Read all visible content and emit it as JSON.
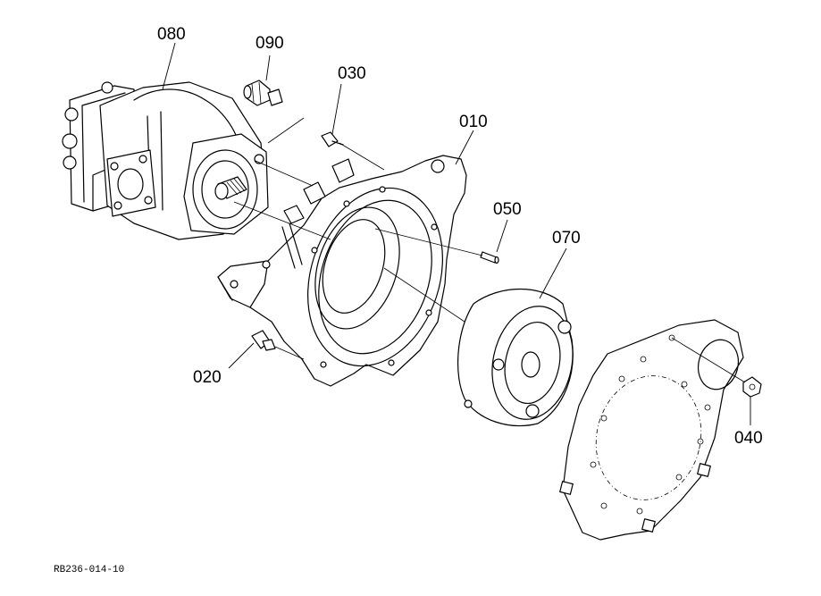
{
  "figure_id": "RB236-014-10",
  "callouts": {
    "p010": "010",
    "p020": "020",
    "p030": "030",
    "p040": "040",
    "p050": "050",
    "p070": "070",
    "p080": "080",
    "p090": "090"
  }
}
